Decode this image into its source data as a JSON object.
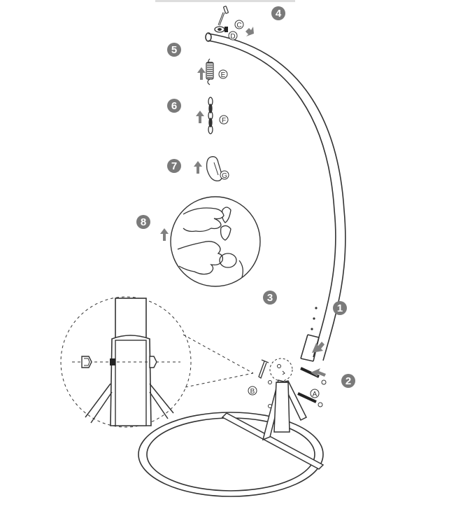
{
  "colors": {
    "line": "#333333",
    "step_badge": "#7a7a7a",
    "arrow": "#808080",
    "dark_part": "#222222",
    "background": "#ffffff"
  },
  "steps": [
    {
      "number": "1"
    },
    {
      "number": "2"
    },
    {
      "number": "3"
    },
    {
      "number": "4"
    },
    {
      "number": "5"
    },
    {
      "number": "6"
    },
    {
      "number": "7"
    },
    {
      "number": "8"
    }
  ],
  "parts": [
    {
      "letter": "A",
      "name": "bolts-icon"
    },
    {
      "letter": "B",
      "name": "hex-key-icon"
    },
    {
      "letter": "C",
      "name": "top-bolt-icon"
    },
    {
      "letter": "D",
      "name": "nut-icon"
    },
    {
      "letter": "E",
      "name": "spring-icon"
    },
    {
      "letter": "F",
      "name": "chain-icon"
    },
    {
      "letter": "G",
      "name": "carabiner-icon"
    }
  ]
}
